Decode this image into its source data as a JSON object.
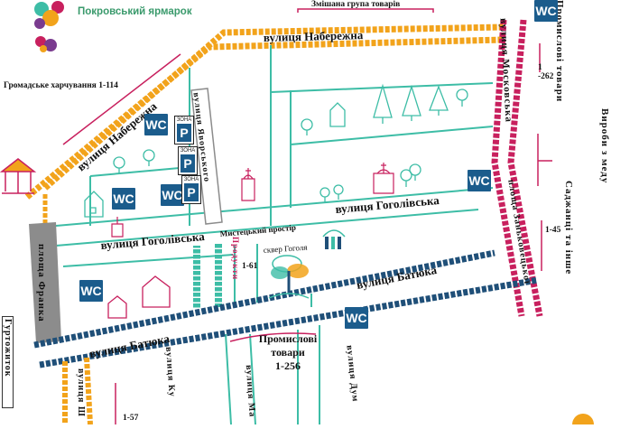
{
  "brand": {
    "name": "Покровський ярмарок"
  },
  "zones": {
    "mixed": "Змішана група товарів",
    "food": "Громадське харчування 1-114",
    "industrial_right_a": "Промислові",
    "industrial_right_b": "товари",
    "industrial_right_range": "1 -262",
    "honey": "Вироби з меду",
    "saplings": "Саджанці та інше",
    "saplings_range": "1-45",
    "crafts": "Мистецький простір",
    "products": "Продукти",
    "products_range": "1-61",
    "industrial_center_a": "Промислові",
    "industrial_center_b": "товари",
    "industrial_center_range": "1-256",
    "bottom_left_range": "1-57"
  },
  "streets": {
    "naberezhna_top": "вулиця Набережна",
    "naberezhna_diag": "вулиця Набережна",
    "moskovska": "вулиця Московська",
    "zankovetskoi": "площа Заньковецької",
    "yavorskoho": "вулиця Яворського",
    "hoholivska_right": "вулиця Гоголівська",
    "hoholivska_left": "вулиця Гоголівська",
    "batiuka_right": "вулиця Батюка",
    "batiuka_left": "вулиця Батюка",
    "franka": "площа Франка",
    "hurtozhytok": "Гуртожиток",
    "sh": "вулиця Ш",
    "ku": "вулиця Ку",
    "ma": "вулиця Ма",
    "dum": "вулиця Дум"
  },
  "places": {
    "square_hohol": "сквер Гоголя"
  },
  "markers": {
    "wc": "WC",
    "parking_zone": "ЗОНА",
    "parking": "P"
  },
  "colors": {
    "orange_street": "#f2a31b",
    "magenta_street": "#c8205e",
    "navy_street": "#1f4f78",
    "teal": "#3dbda6",
    "gray": "#8c8c8c",
    "wc_blue": "#1b5c8c",
    "brand_green": "#3a9a6c"
  },
  "icons": [
    "tree-icon",
    "house-icon",
    "church-icon",
    "carousel-icon",
    "theatre-icon",
    "fountain-tree-icon",
    "logo-icon"
  ]
}
